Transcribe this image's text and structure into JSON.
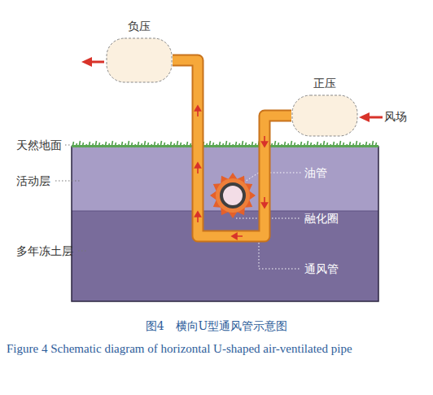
{
  "diagram": {
    "caption": "图4　横向U型通风管示意图",
    "nodes": [
      {
        "text": [
          "负压"
        ]
      },
      {
        "text": [
          "正压"
        ]
      }
    ],
    "edges": [
      {
        "from": 1,
        "to": 0,
        "arrow": "none"
      }
    ],
    "labels": [
      "风场",
      "天然地面",
      "活动层",
      "多年冻土层",
      "油管",
      "融化圈",
      "通风管",
      "Figure 4 Schematic diagram of horizontal U-shaped air-ventilated pipe"
    ]
  }
}
